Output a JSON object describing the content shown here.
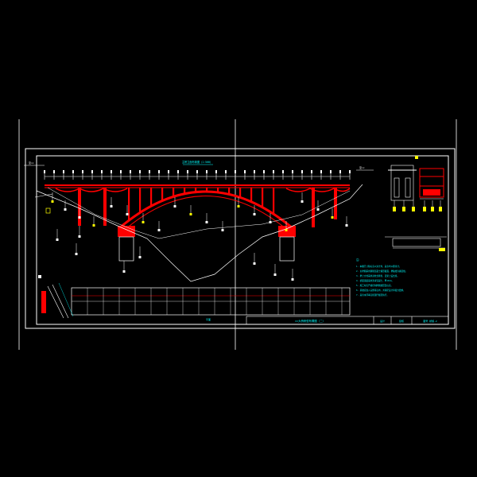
{
  "drawing": {
    "top_label": "主桥立面布置图（1:500）",
    "bottom_label": "平面",
    "notes_label": "注：",
    "notes": [
      "1. 本图尺寸除标高以米计外，其余均以厘米计。",
      "2. 主拱圈采用钢筋混凝土箱形截面，拱轴线为悬链线。",
      "3. 拱上立柱采用双柱式排架，盖梁上设支座。",
      "4. 桥面铺装采用沥青混凝土，厚10cm。",
      "5. 施工时应严格控制拱圈线形及标高。",
      "6. 基础应嵌入完整基岩内，并满足设计承载力要求。",
      "7. 其余未尽事宜按现行规范执行。"
    ],
    "left_road_label": "至××",
    "right_road_label": "至××",
    "title_block": {
      "title": "××大桥桥型布置图（二）",
      "design": "设计",
      "check": "复核",
      "drawing_no": "图号 桥施-2"
    }
  },
  "colors": {
    "background": "#000000",
    "frame": "#ffffff",
    "structure": "#ff0000",
    "annotation": "#00ffff",
    "ground_line": "#ffffff",
    "highlight": "#ffff00"
  }
}
